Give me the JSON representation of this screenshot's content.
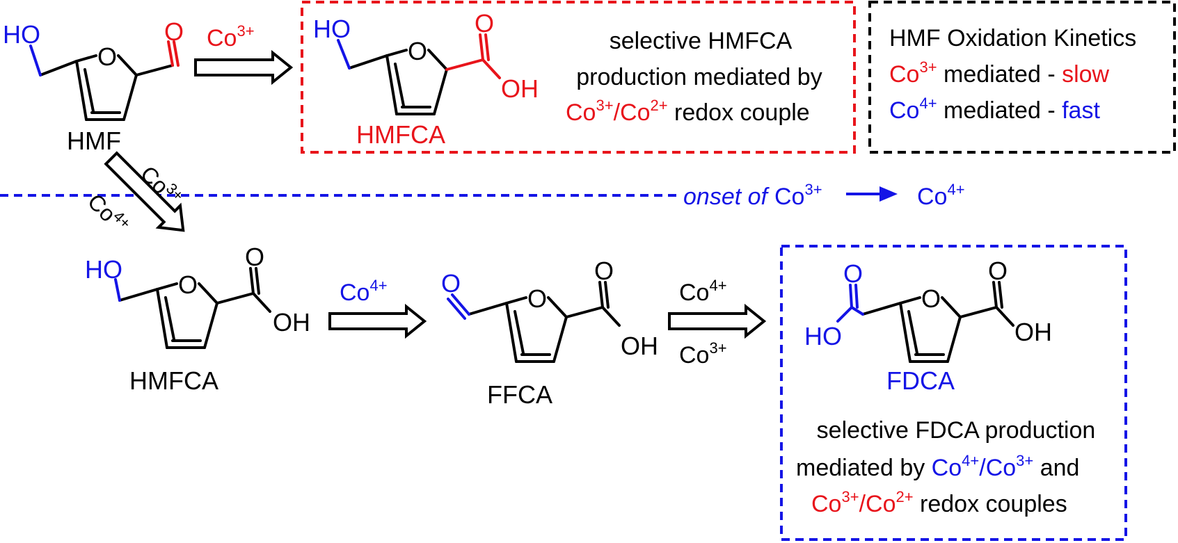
{
  "colors": {
    "black": "#000000",
    "red": "#e8141b",
    "blue": "#1414e6"
  },
  "atoms": {
    "HO": "HO",
    "O": "O",
    "OH": "OH"
  },
  "molecules": {
    "hmf": "HMF",
    "hmfca_top": "HMFCA",
    "hmfca_bottom": "HMFCA",
    "ffca": "FFCA",
    "fdca": "FDCA"
  },
  "arrows": {
    "top_reagent": {
      "base": "Co",
      "sup": "3+"
    },
    "diag_reagent_1": {
      "base": "Co",
      "sup": "3+"
    },
    "diag_reagent_2": {
      "base": "Co",
      "sup": "4+"
    },
    "mid_reagent": {
      "base": "Co",
      "sup": "4+"
    },
    "right_reagent_top": {
      "base": "Co",
      "sup": "4+"
    },
    "right_reagent_bottom": {
      "base": "Co",
      "sup": "3+"
    }
  },
  "onset": {
    "prefix": "onset of",
    "from": {
      "base": "Co",
      "sup": "3+"
    },
    "to": {
      "base": "Co",
      "sup": "4+"
    }
  },
  "hmfca_box": {
    "line1": "selective HMFCA",
    "line2": "production mediated by",
    "line3_couple": {
      "a": "Co",
      "a_sup": "3+",
      "sep": "/",
      "b": "Co",
      "b_sup": "2+"
    },
    "line3_rest": " redox couple"
  },
  "kinetics_box": {
    "title": "HMF Oxidation Kinetics",
    "row1": {
      "ion": "Co",
      "ion_sup": "3+",
      "text": " mediated - ",
      "speed": "slow"
    },
    "row2": {
      "ion": "Co",
      "ion_sup": "4+",
      "text": " mediated - ",
      "speed": "fast"
    }
  },
  "fdca_box": {
    "line1": "selective FDCA production",
    "line2_text": "mediated by ",
    "line2_couple": {
      "a": "Co",
      "a_sup": "4+",
      "sep": "/",
      "b": "Co",
      "b_sup": "3+"
    },
    "line2_rest": " and",
    "line3_couple": {
      "a": "Co",
      "a_sup": "3+",
      "sep": "/",
      "b": "Co",
      "b_sup": "2+"
    },
    "line3_rest": " redox couples"
  }
}
